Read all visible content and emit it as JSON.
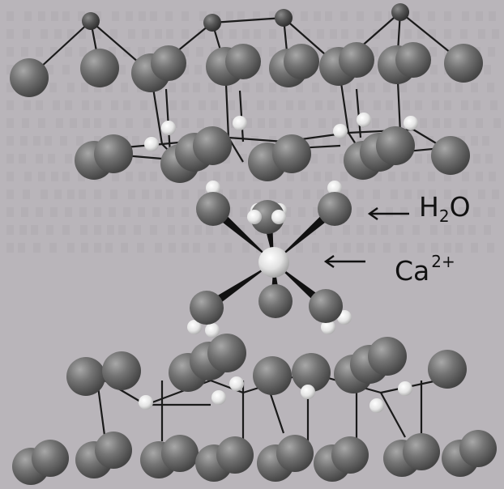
{
  "labels": {
    "water": {
      "main": "H",
      "sub": "2",
      "tail": "O"
    },
    "calcium": {
      "main": "Ca",
      "sup": "2+"
    }
  },
  "colors": {
    "background": "#b9b5ba",
    "background_text_faint": "#a9a5aa",
    "atom_large": "#6f6f6f",
    "atom_dark": "#4f4f4f",
    "atom_small": "#ececec",
    "bond": "#1a1a1a"
  },
  "icons": {
    "arrow_water": "left-arrow-icon",
    "arrow_calcium": "left-arrow-icon"
  }
}
